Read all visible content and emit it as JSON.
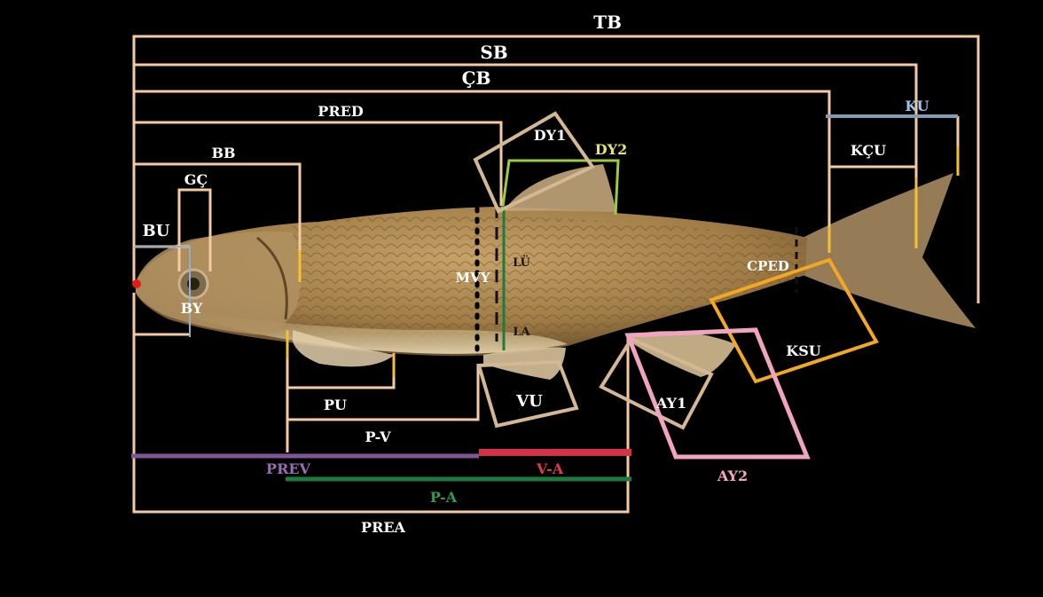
{
  "colors": {
    "background": "#000000",
    "measure_line": "#f4caa0",
    "ku_line": "#7f9cb8",
    "by_line": "#8fb0c8",
    "dy2_line": "#9ccc3a",
    "cped_line": "#f2c232",
    "ksu_line": "#f2a824",
    "prev_line": "#7e5696",
    "va_line": "#d23246",
    "pa_line": "#1e7a3e",
    "ay2_line": "#f0a4c0",
    "landmark_dot": "#e21b1b",
    "label_white": "#ffffff",
    "label_blue": "#9cc4ec",
    "label_dy2": "#e8e66a",
    "label_prev": "#9a6cb4",
    "label_va": "#e23a4c",
    "label_pa": "#2f9a52",
    "label_ay2": "#f2a8c6"
  },
  "fish": {
    "body_color": "#a88752",
    "belly_color": "#e8d4a8",
    "fin_color": "#c8a878",
    "icon": "fish-photo"
  },
  "labels": {
    "tb": "TB",
    "sb": "SB",
    "cb": "ÇB",
    "pred": "PRED",
    "bb": "BB",
    "gc": "GÇ",
    "bu": "BU",
    "by": "BY",
    "dy1": "DY1",
    "dy2": "DY2",
    "ku": "KU",
    "kcu": "KÇU",
    "lu": "LÜ",
    "la": "LA",
    "mvy": "MVY",
    "cped": "CPED",
    "ksu": "KSU",
    "pu": "PU",
    "pv": "P-V",
    "vu": "VU",
    "ay1": "AY1",
    "ay2": "AY2",
    "prev": "PREV",
    "va": "V-A",
    "pa": "P-A",
    "prea": "PREA"
  }
}
